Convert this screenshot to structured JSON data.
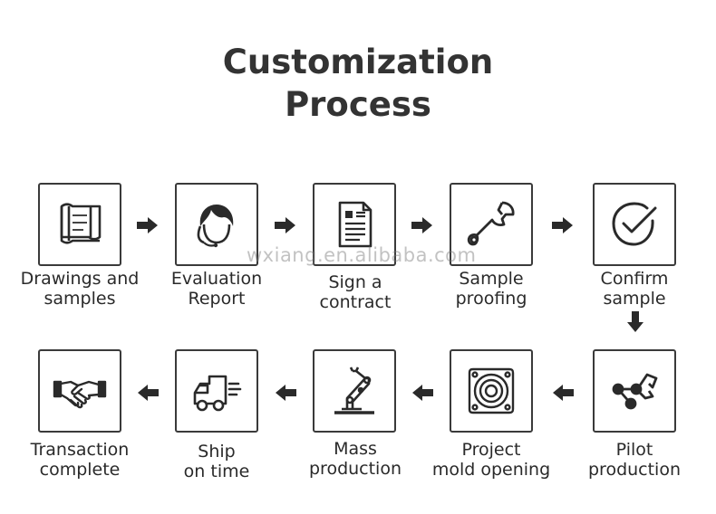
{
  "title": {
    "line1": "Customization",
    "line2": "Process"
  },
  "watermark": "wxiang.en.alibaba.com",
  "steps": [
    {
      "line1": "Drawings and",
      "line2": "samples",
      "icon": "blueprint-scroll-icon"
    },
    {
      "line1": "Evaluation",
      "line2": "Report",
      "icon": "headset-person-icon"
    },
    {
      "line1": "Sign a",
      "line2": "contract",
      "icon": "document-icon"
    },
    {
      "line1": "Sample",
      "line2": "proofing",
      "icon": "wrench-icon"
    },
    {
      "line1": "Confirm",
      "line2": "sample",
      "icon": "check-circle-icon"
    },
    {
      "line1": "Pilot",
      "line2": "production",
      "icon": "robot-gripper-icon"
    },
    {
      "line1": "Project",
      "line2": "mold opening",
      "icon": "speaker-mold-icon"
    },
    {
      "line1": "Mass",
      "line2": "production",
      "icon": "robot-arm-icon"
    },
    {
      "line1": "Ship",
      "line2": "on time",
      "icon": "delivery-truck-icon"
    },
    {
      "line1": "Transaction",
      "line2": "complete",
      "icon": "handshake-icon"
    }
  ]
}
